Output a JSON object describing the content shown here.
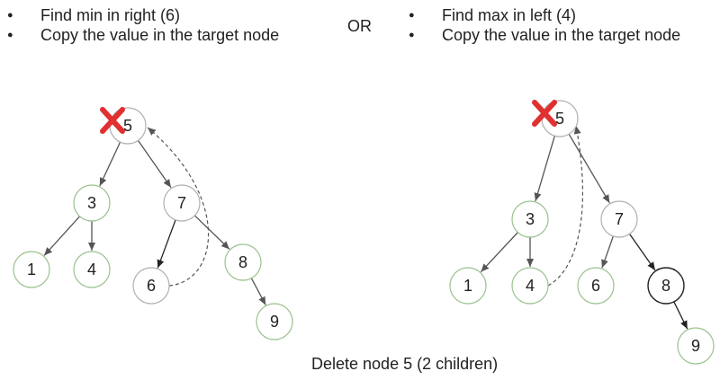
{
  "left_steps": [
    "Find min in right (6)",
    "Copy the value in the target node"
  ],
  "or_label": "OR",
  "right_steps": [
    "Find max in left (4)",
    "Copy the value in the target node"
  ],
  "caption": "Delete node 5  (2 children)",
  "colors": {
    "green_border": "#9bc28e",
    "gray_border": "#b0b0b0",
    "black_border": "#222222",
    "edge": "#555555",
    "delete_mark": "#e03030"
  },
  "icons": [
    "delete-x-icon"
  ],
  "trees": [
    {
      "name": "left-tree",
      "nodes": [
        {
          "id": "L5",
          "label": "5",
          "border": "gray",
          "deleted": true
        },
        {
          "id": "L3",
          "label": "3",
          "border": "green"
        },
        {
          "id": "L7",
          "label": "7",
          "border": "gray"
        },
        {
          "id": "L1",
          "label": "1",
          "border": "green"
        },
        {
          "id": "L4",
          "label": "4",
          "border": "green"
        },
        {
          "id": "L6",
          "label": "6",
          "border": "gray"
        },
        {
          "id": "L8",
          "label": "8",
          "border": "green"
        },
        {
          "id": "L9",
          "label": "9",
          "border": "green"
        }
      ],
      "edges": [
        [
          "L5",
          "L3"
        ],
        [
          "L5",
          "L7"
        ],
        [
          "L3",
          "L1"
        ],
        [
          "L3",
          "L4"
        ],
        [
          "L7",
          "L6"
        ],
        [
          "L7",
          "L8"
        ],
        [
          "L8",
          "L9"
        ]
      ],
      "copy_arrow": {
        "from": "L6",
        "to": "L5",
        "style": "dashed"
      }
    },
    {
      "name": "right-tree",
      "nodes": [
        {
          "id": "R5",
          "label": "5",
          "border": "gray",
          "deleted": true
        },
        {
          "id": "R3",
          "label": "3",
          "border": "green"
        },
        {
          "id": "R7",
          "label": "7",
          "border": "gray"
        },
        {
          "id": "R1",
          "label": "1",
          "border": "green"
        },
        {
          "id": "R4",
          "label": "4",
          "border": "green"
        },
        {
          "id": "R6",
          "label": "6",
          "border": "green"
        },
        {
          "id": "R8",
          "label": "8",
          "border": "black"
        },
        {
          "id": "R9",
          "label": "9",
          "border": "green"
        }
      ],
      "edges": [
        [
          "R5",
          "R3"
        ],
        [
          "R5",
          "R7"
        ],
        [
          "R3",
          "R1"
        ],
        [
          "R3",
          "R4"
        ],
        [
          "R7",
          "R6"
        ],
        [
          "R7",
          "R8"
        ],
        [
          "R8",
          "R9"
        ]
      ],
      "copy_arrow": {
        "from": "R4",
        "to": "R5",
        "style": "dashed"
      }
    }
  ]
}
